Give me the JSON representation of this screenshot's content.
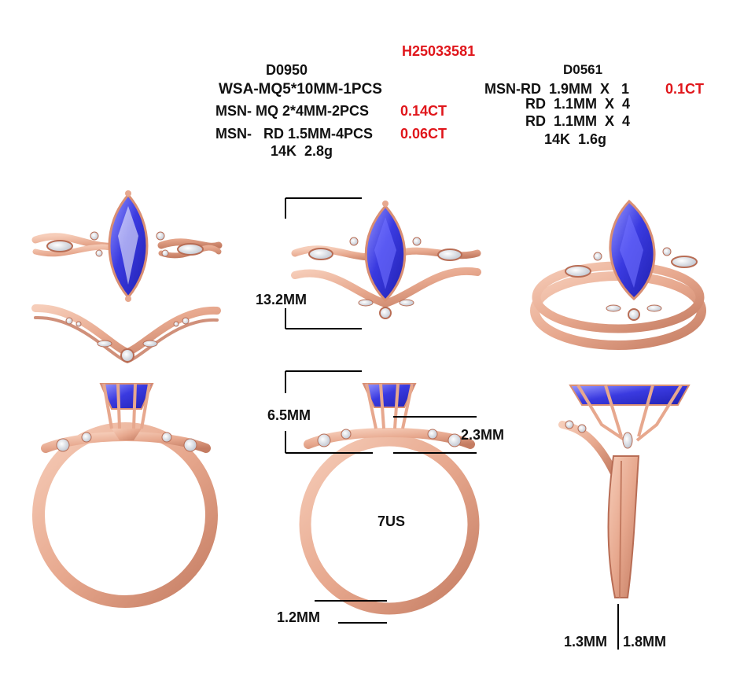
{
  "header": {
    "order_code": "H25033581"
  },
  "left_spec": {
    "code": "D0950",
    "line1": "WSA-MQ5*10MM-1PCS",
    "line2_label": "MSN- MQ 2*4MM-2PCS",
    "line2_weight": "0.14CT",
    "line3_label": "MSN-   RD 1.5MM-4PCS",
    "line3_weight": "0.06CT",
    "metal": "14K  2.8g"
  },
  "right_spec": {
    "code": "D0561",
    "line1_label": "MSN-RD  1.9MM  X   1",
    "line1_weight": "0.1CT",
    "line2": "RD  1.1MM  X  4",
    "line3": "RD  1.1MM  X  4",
    "metal": "14K  1.6g"
  },
  "dimensions": {
    "set_height": "13.2MM",
    "head_height": "6.5MM",
    "band_width": "2.3MM",
    "ring_size": "7US",
    "shank_thickness": "1.2MM",
    "side_left": "1.3MM",
    "side_right": "1.8MM"
  },
  "colors": {
    "metal": "#e7a88e",
    "metal_dark": "#b86d55",
    "gem": "#3a3ae0",
    "gem_light": "#8c8cff",
    "accent": "#e0161b"
  }
}
